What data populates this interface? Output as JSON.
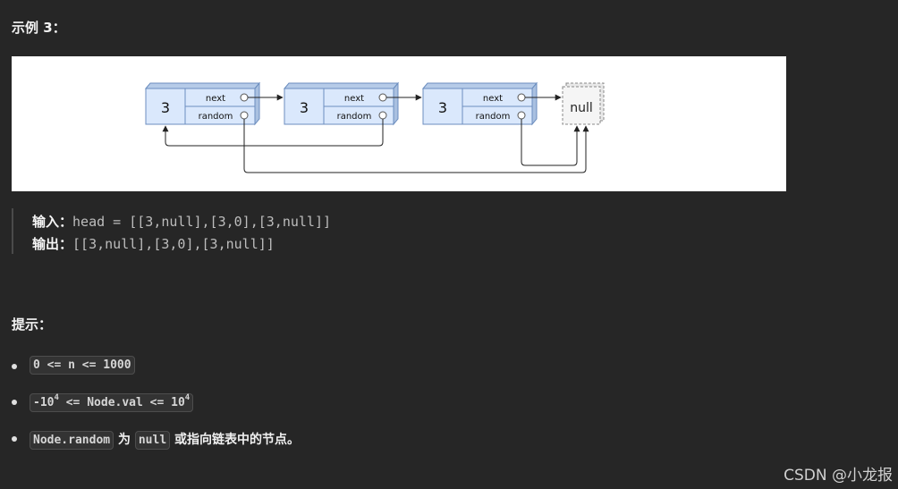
{
  "example_heading": "示例 3：",
  "diagram": {
    "nodes": [
      {
        "val": "3",
        "next_label": "next",
        "random_label": "random"
      },
      {
        "val": "3",
        "next_label": "next",
        "random_label": "random"
      },
      {
        "val": "3",
        "next_label": "next",
        "random_label": "random"
      }
    ],
    "null_label": "null"
  },
  "io": {
    "input_label": "输入：",
    "input_value": "head = [[3,null],[3,0],[3,null]]",
    "output_label": "输出：",
    "output_value": "[[3,null],[3,0],[3,null]]"
  },
  "hints_heading": "提示：",
  "hints": {
    "h1_code": "0 <= n <= 1000",
    "h2_pre": "-10",
    "h2_sup1": "4",
    "h2_mid": " <= Node.val <= 10",
    "h2_sup2": "4",
    "h3_code1": "Node.random",
    "h3_text1": " 为 ",
    "h3_code2": "null",
    "h3_text2": " 或指向链表中的节点。"
  },
  "watermark": "CSDN @小龙报",
  "colors": {
    "background": "#262626",
    "node_fill": "#dae8fc",
    "node_stroke": "#6c8ebf",
    "null_fill": "#f5f5f5"
  }
}
